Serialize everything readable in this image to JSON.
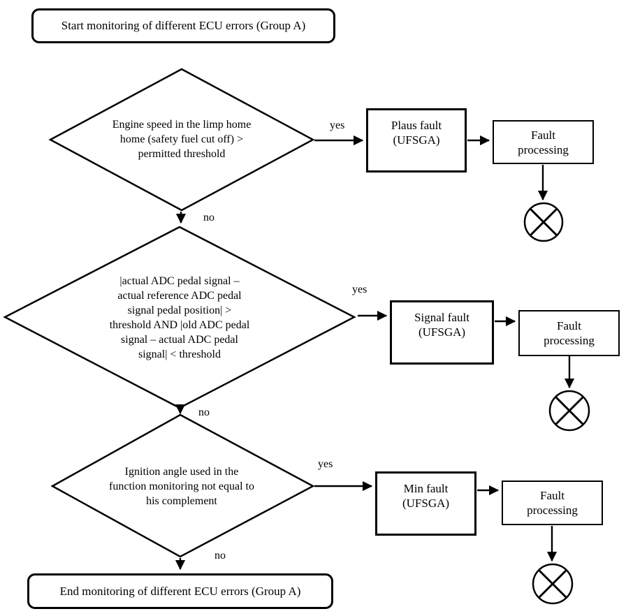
{
  "diagram": {
    "background": "#ffffff",
    "line_color": "#000000",
    "start_label": "Start monitoring of different ECU errors (Group A)",
    "end_label": "End monitoring of different ECU errors (Group A)",
    "decisions": [
      {
        "text": "Engine speed in the limp home home (safety fuel cut off) > permitted threshold",
        "yes_label": "yes",
        "no_label": "no"
      },
      {
        "text": "|actual ADC pedal signal – actual reference ADC pedal signal pedal position| > threshold AND |old ADC pedal signal – actual ADC pedal signal| < threshold",
        "yes_label": "yes",
        "no_label": "no"
      },
      {
        "text": "Ignition angle used in the function monitoring not equal to his complement",
        "yes_label": "yes",
        "no_label": "no"
      }
    ],
    "branches": [
      {
        "fault_label": "Plaus fault (UFSGA)",
        "processing_label": "Fault processing"
      },
      {
        "fault_label": "Signal fault (UFSGA)",
        "processing_label": "Fault processing"
      },
      {
        "fault_label": "Min fault (UFSGA)",
        "processing_label": "Fault processing"
      }
    ]
  }
}
